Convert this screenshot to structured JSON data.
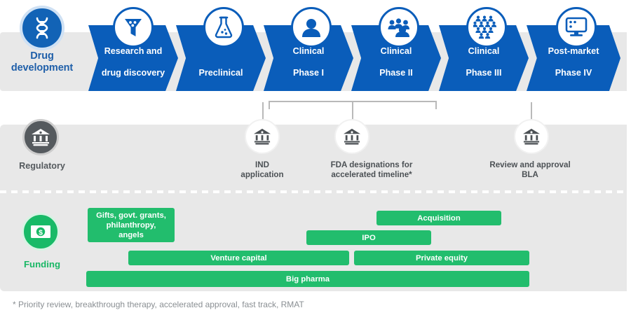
{
  "rows": {
    "development": {
      "label": "Drug\ndevelopment",
      "label_line1": "Drug",
      "label_line2": "development",
      "icon": "dna-icon",
      "accent": "#0a5dba",
      "band_color": "#e8e8e8",
      "stages": [
        {
          "line1": "Research and",
          "line2": "drug discovery",
          "icon": "funnel-icon"
        },
        {
          "line1": "Preclinical",
          "line2": "",
          "icon": "flask-icon"
        },
        {
          "line1": "Clinical",
          "line2": "Phase I",
          "icon": "person-icon"
        },
        {
          "line1": "Clinical",
          "line2": "Phase II",
          "icon": "people-group-icon"
        },
        {
          "line1": "Clinical",
          "line2": "Phase III",
          "icon": "crowd-icon"
        },
        {
          "line1": "Post-market",
          "line2": "Phase IV",
          "icon": "monitor-icon"
        }
      ]
    },
    "regulatory": {
      "label": "Regulatory",
      "icon": "bank-icon",
      "accent": "#555a5e",
      "milestones": [
        {
          "line1": "IND",
          "line2": "application",
          "icon": "bank-icon"
        },
        {
          "line1": "FDA designations for",
          "line2": "accelerated timeline*",
          "icon": "bank-icon"
        },
        {
          "line1": "Review and approval",
          "line2": "BLA",
          "icon": "bank-icon"
        }
      ]
    },
    "funding": {
      "label": "Funding",
      "icon": "money-icon",
      "accent": "#22bd6d",
      "bars": [
        {
          "label": "Gifts, govt. grants, philanthropy, angels",
          "line1": "Gifts, govt. grants,",
          "line2": "philanthropy,",
          "line3": "angels"
        },
        {
          "label": "Acquisition"
        },
        {
          "label": "IPO"
        },
        {
          "label": "Venture capital"
        },
        {
          "label": "Private equity"
        },
        {
          "label": "Big pharma"
        }
      ]
    }
  },
  "footnote": "* Priority review, breakthrough therapy, accelerated approval, fast track, RMAT"
}
